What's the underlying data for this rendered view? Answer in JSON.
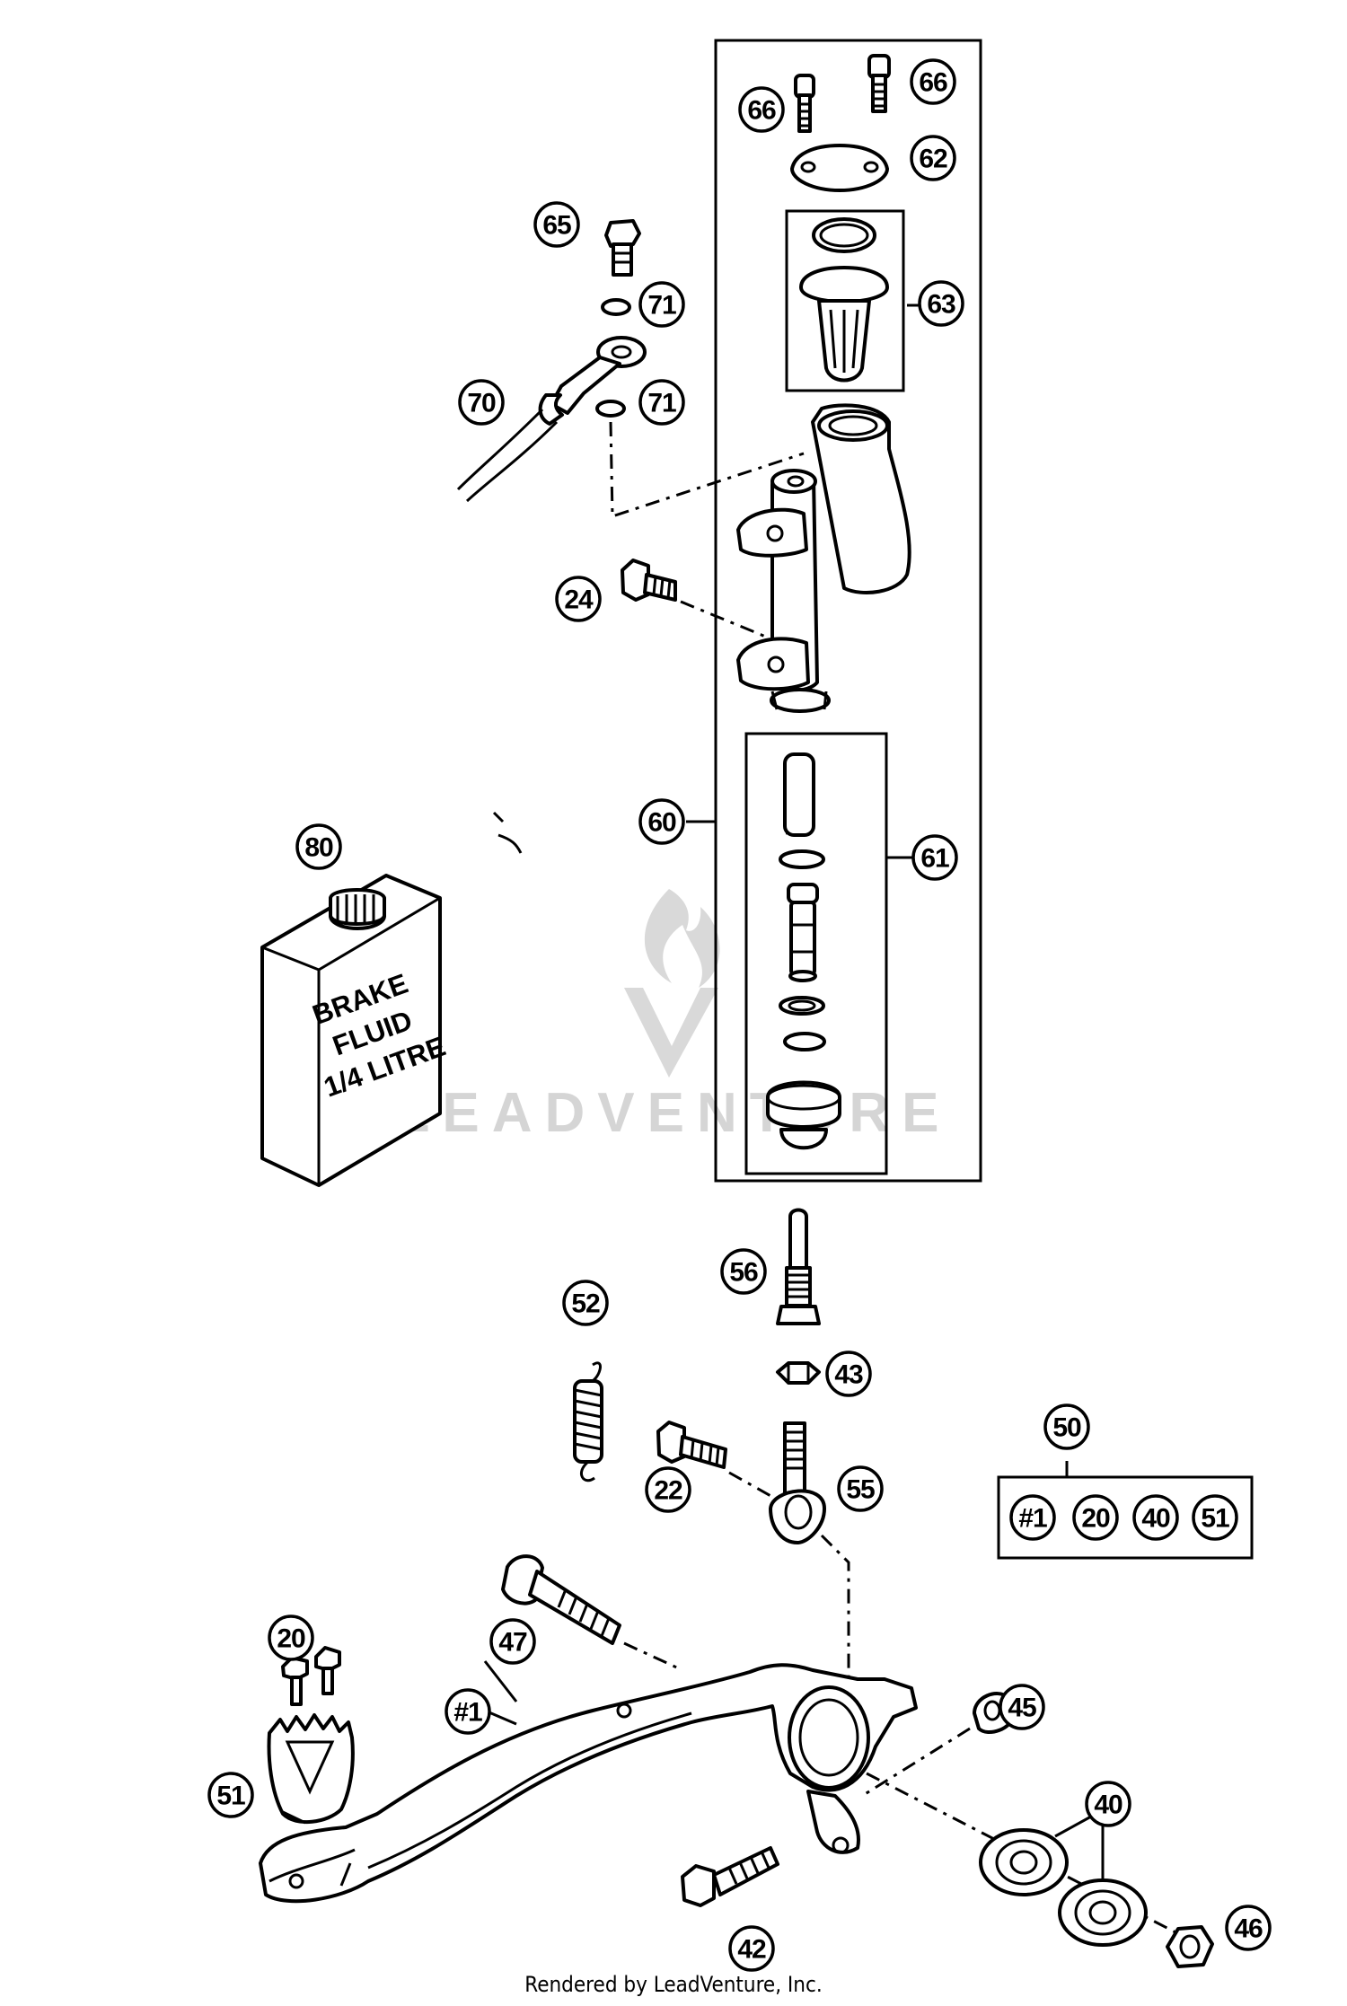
{
  "watermark": {
    "text": "LEADVENTURE"
  },
  "footer": {
    "text": "Rendered by LeadVenture, Inc."
  },
  "fluid_can": {
    "lines": [
      "BRAKE",
      "FLUID",
      "1/4 LITRE"
    ]
  },
  "kit_50": {
    "contents": [
      "#1",
      "20",
      "40",
      "51"
    ]
  },
  "callouts": {
    "c66a": "66",
    "c66b": "66",
    "c62": "62",
    "c65": "65",
    "c71a": "71",
    "c63": "63",
    "c70": "70",
    "c71b": "71",
    "c24": "24",
    "c60": "60",
    "c61": "61",
    "c80": "80",
    "c56": "56",
    "c52": "52",
    "c43": "43",
    "c22": "22",
    "c55": "55",
    "c50": "50",
    "c20": "20",
    "c47": "47",
    "c1": "#1",
    "c45": "45",
    "c40": "40",
    "c51": "51",
    "c42": "42",
    "c46": "46"
  }
}
